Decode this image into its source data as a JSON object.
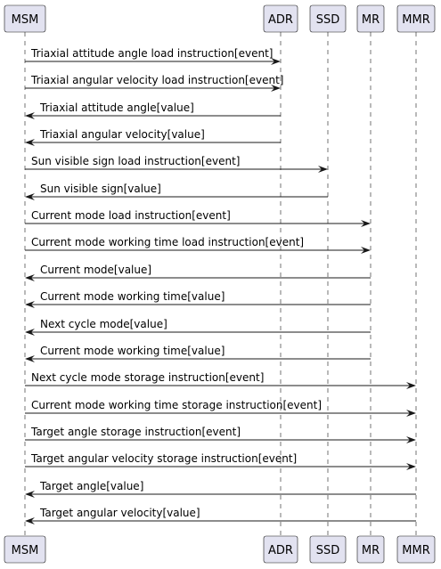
{
  "colors": {
    "participant_fill": "#E2E2F0",
    "line": "#181818",
    "text": "#000000"
  },
  "participants": [
    {
      "id": "MSM",
      "label": "MSM"
    },
    {
      "id": "ADR",
      "label": "ADR"
    },
    {
      "id": "SSD",
      "label": "SSD"
    },
    {
      "id": "MR",
      "label": "MR"
    },
    {
      "id": "MMR",
      "label": "MMR"
    }
  ],
  "messages": [
    {
      "from": "MSM",
      "to": "ADR",
      "label": "Triaxial attitude angle load instruction[event]"
    },
    {
      "from": "MSM",
      "to": "ADR",
      "label": "Triaxial angular velocity load instruction[event]"
    },
    {
      "from": "ADR",
      "to": "MSM",
      "label": "Triaxial attitude angle[value]"
    },
    {
      "from": "ADR",
      "to": "MSM",
      "label": "Triaxial angular velocity[value]"
    },
    {
      "from": "MSM",
      "to": "SSD",
      "label": "Sun visible sign load instruction[event]"
    },
    {
      "from": "SSD",
      "to": "MSM",
      "label": "Sun visible sign[value]"
    },
    {
      "from": "MSM",
      "to": "MR",
      "label": "Current mode load instruction[event]"
    },
    {
      "from": "MSM",
      "to": "MR",
      "label": "Current mode working time load instruction[event]"
    },
    {
      "from": "MR",
      "to": "MSM",
      "label": "Current mode[value]"
    },
    {
      "from": "MR",
      "to": "MSM",
      "label": "Current mode working time[value]"
    },
    {
      "from": "MR",
      "to": "MSM",
      "label": "Next cycle mode[value]"
    },
    {
      "from": "MR",
      "to": "MSM",
      "label": "Current mode working time[value]"
    },
    {
      "from": "MSM",
      "to": "MMR",
      "label": "Next cycle mode storage instruction[event]"
    },
    {
      "from": "MSM",
      "to": "MMR",
      "label": "Current mode working time storage instruction[event]"
    },
    {
      "from": "MSM",
      "to": "MMR",
      "label": "Target angle storage instruction[event]"
    },
    {
      "from": "MSM",
      "to": "MMR",
      "label": "Target angular velocity storage instruction[event]"
    },
    {
      "from": "MMR",
      "to": "MSM",
      "label": "Target angle[value]"
    },
    {
      "from": "MMR",
      "to": "MSM",
      "label": "Target angular velocity[value]"
    }
  ]
}
